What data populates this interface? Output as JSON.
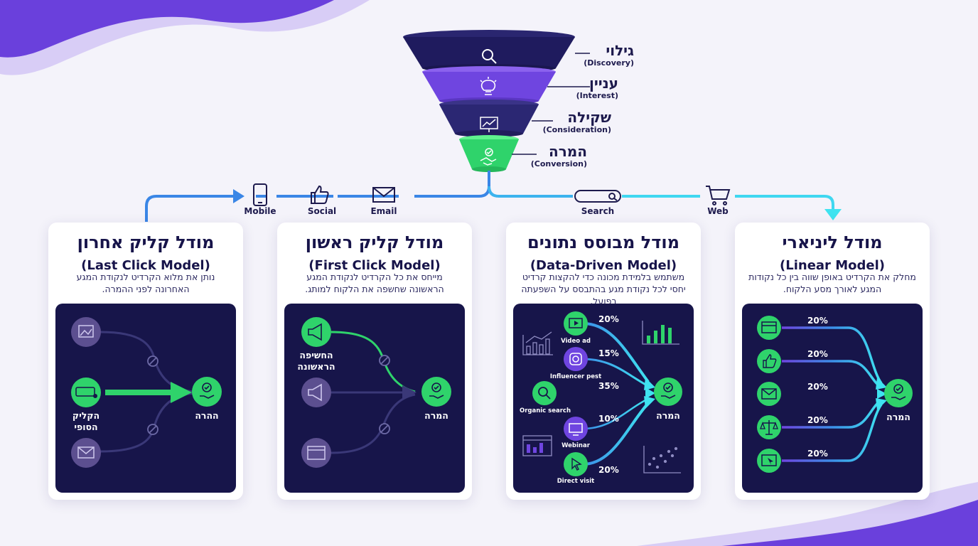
{
  "funnel": {
    "stages": [
      {
        "he": "גילוי",
        "en": "(Discovery)",
        "icon": "magnifier-icon"
      },
      {
        "he": "עניין",
        "en": "(Interest)",
        "icon": "lightbulb-icon"
      },
      {
        "he": "שקילה",
        "en": "(Consideration)",
        "icon": "presentation-chart-icon"
      },
      {
        "he": "המרה",
        "en": "(Conversion)",
        "icon": "handshake-icon"
      }
    ]
  },
  "channels": [
    {
      "label": "Mobile",
      "icon": "mobile-phone-icon"
    },
    {
      "label": "Social",
      "icon": "thumbs-up-icon"
    },
    {
      "label": "Email",
      "icon": "envelope-icon"
    },
    {
      "label": "Search",
      "icon": "search-bar-icon"
    },
    {
      "label": "Web",
      "icon": "shopping-cart-icon"
    }
  ],
  "models": {
    "last_click": {
      "title": "מודל קליק אחרון",
      "subtitle": "(Last Click Model)",
      "desc": "נותן את מלוא הקרדיט לנקודת המגע האחרונה לפני ההמרה.",
      "final_click_label": "הקליק הסופי",
      "conversion_label": "ההרה"
    },
    "first_click": {
      "title": "מודל קליק ראשון",
      "subtitle": "(First Click Model)",
      "desc": "מייחס את כל הקרדיט לנקודת המגע הראשונה שחשפה את הלקוח למותג.",
      "first_exposure_label": "החשיפה הראשונה",
      "conversion_label": "המרה"
    },
    "data_driven": {
      "title": "מודל מבוסס נתונים",
      "subtitle": "(Data-Driven Model)",
      "desc": "משתמש בלמידת מכונה כדי להקצות קרדיט יחסי לכל נקודת מגע בהתבסס על השפעתה בפועל.",
      "conversion_label": "המרה",
      "touchpoints": [
        {
          "label": "Video ad",
          "pct": "20%"
        },
        {
          "label": "Influencer pest",
          "pct": "15%"
        },
        {
          "label": "Organic search",
          "pct": "35%"
        },
        {
          "label": "Webinar",
          "pct": "10%"
        },
        {
          "label": "Direct visit",
          "pct": "20%"
        }
      ]
    },
    "linear": {
      "title": "מודל ליניארי",
      "subtitle": "(Linear Model)",
      "desc": "מחלק את הקרדיט באופן שווה בין כל נקודות המגע לאורך מסע הלקוח.",
      "conversion_label": "המרה",
      "pcts": [
        "20%",
        "20%",
        "20%",
        "20%",
        "20%"
      ]
    }
  },
  "colors": {
    "navy": "#17154a",
    "green": "#2fd36b",
    "purple": "#6f45e0",
    "blue": "#3c8ee8",
    "cyan": "#3fe3f0"
  }
}
